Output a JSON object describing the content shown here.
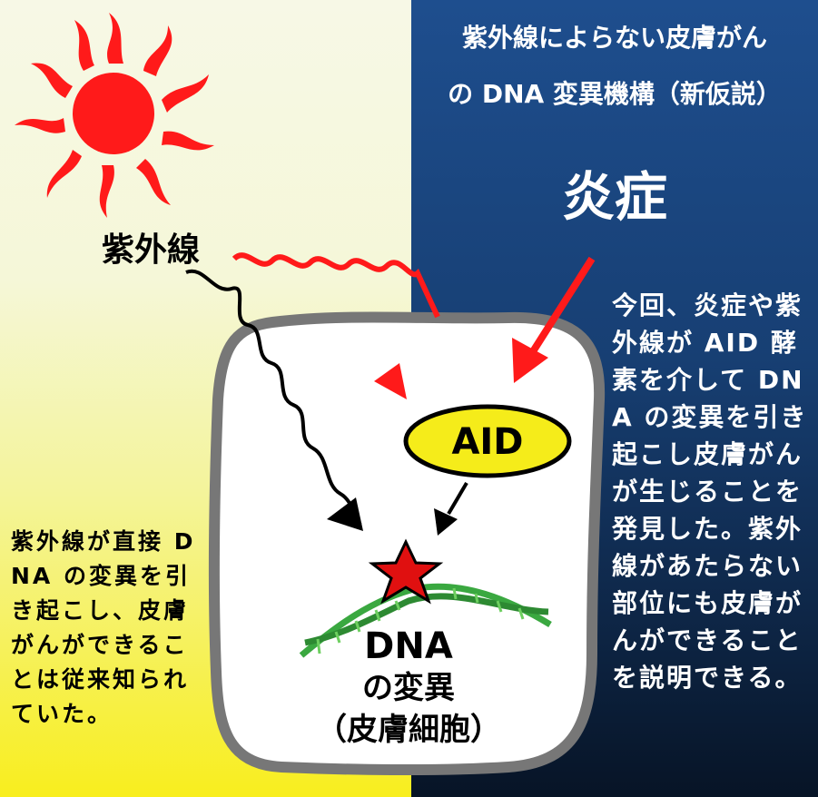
{
  "title": {
    "line1": "紫外線によらない皮膚がん",
    "line2": "の DNA 変異機構（新仮説）"
  },
  "inflammation_label": "炎症",
  "uv_label": "紫外線",
  "aid_label": "AID",
  "cell": {
    "dna_label": "DNA",
    "mutation_label": "の変異",
    "cell_label": "（皮膚細胞）"
  },
  "right_description": "今回、炎症や紫外線が AID 酵素を介して DNA の変異を引き起こし皮膚がんが生じることを発見した。紫外線があたらない部位にも皮膚がんができることを説明できる。",
  "left_description": "紫外線が直接 DNA の変異を引き起こし、皮膚がんができることは従来知られていた。",
  "colors": {
    "left_bg_top": "#f7f8e6",
    "left_bg_bottom": "#f8ee1e",
    "right_bg_top": "#1e4e8e",
    "right_bg_bottom": "#071426",
    "sun": "#ff1a1a",
    "aid_fill": "#f5ec1a",
    "dna_helix": "#3aa840",
    "star": "#e01010",
    "cell_border": "#777777"
  }
}
